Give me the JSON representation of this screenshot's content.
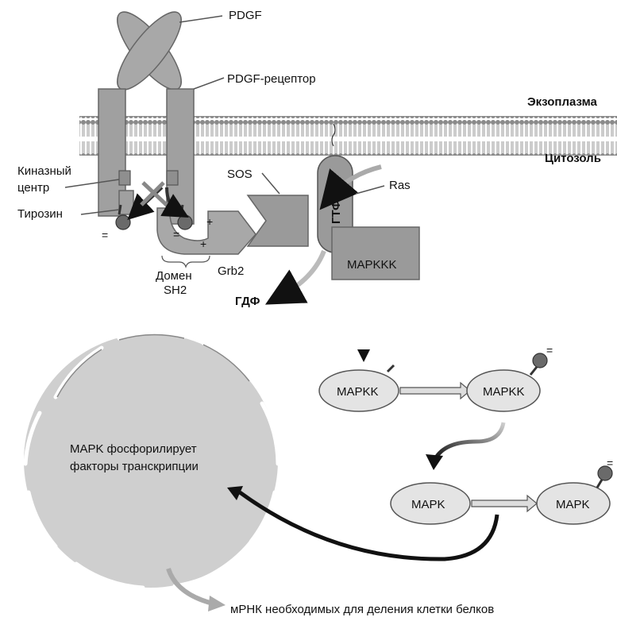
{
  "labels": {
    "pdgf": "PDGF",
    "receptor": "PDGF-рецептор",
    "exoplasm": "Экзоплазма",
    "cytosol": "Цитозоль",
    "kinase_center_1": "Киназный",
    "kinase_center_2": "центр",
    "tyrosine": "Тирозин",
    "sos": "SOS",
    "ras": "Ras",
    "gtp": "ГТФ",
    "gdp": "ГДФ",
    "grb2": "Grb2",
    "sh2_1": "Домен",
    "sh2_2": "SH2",
    "mapkkk": "MAPKKK",
    "mapkk": "MAPKK",
    "mapkk_p": "MAPKK",
    "mapk": "MAPK",
    "mapk_p": "MAPK",
    "nucleus_1": "MAPK фосфорилирует",
    "nucleus_2": "факторы транскрипции",
    "mrna": "мРНК необходимых для деления клетки белков",
    "plus_1": "+",
    "plus_2": "+",
    "eq": "="
  }
}
